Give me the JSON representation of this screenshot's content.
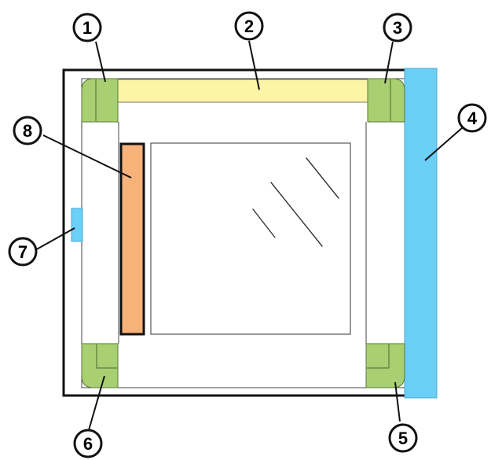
{
  "callouts": [
    {
      "id": "1",
      "label": "1"
    },
    {
      "id": "2",
      "label": "2"
    },
    {
      "id": "3",
      "label": "3"
    },
    {
      "id": "4",
      "label": "4"
    },
    {
      "id": "5",
      "label": "5"
    },
    {
      "id": "6",
      "label": "6"
    },
    {
      "id": "7",
      "label": "7"
    },
    {
      "id": "8",
      "label": "8"
    }
  ],
  "colors": {
    "corner_brackets": "#a8cf72",
    "top_strip": "#fdf5a6",
    "side_bar": "#6ccff6",
    "left_strip": "#f7b27a",
    "small_tab": "#6ccff6",
    "outline": "#111111"
  }
}
